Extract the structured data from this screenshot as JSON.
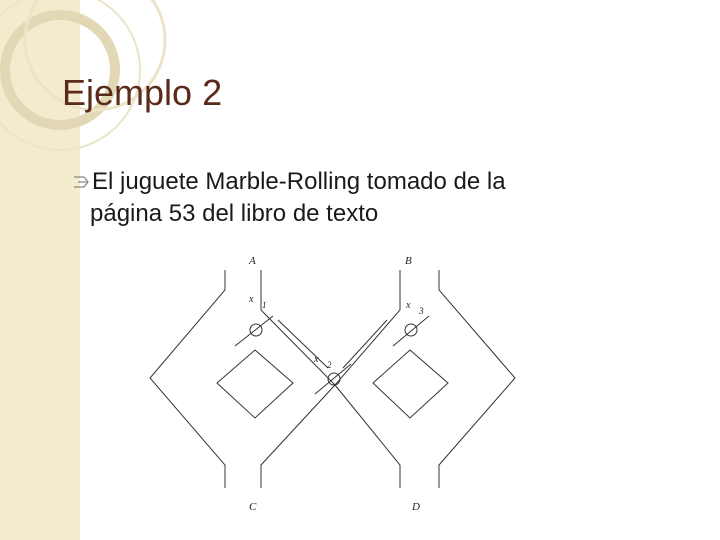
{
  "slide": {
    "title": "Ejemplo 2",
    "bullet": {
      "icon": "bullet-arrow-icon",
      "line1": "El juguete Marble-Rolling tomado de la",
      "line2": "página 53 del libro de texto"
    }
  },
  "figure": {
    "labels": {
      "A": "A",
      "B": "B",
      "C": "C",
      "D": "D",
      "x1_var": "x",
      "x1_sub": "1",
      "x2_var": "x",
      "x2_sub": "2",
      "x3_var": "x",
      "x3_sub": "3"
    }
  },
  "colors": {
    "title": "#5a2a1a",
    "side_band": "#f3ebcd",
    "decoration": "#e2d8b6"
  }
}
